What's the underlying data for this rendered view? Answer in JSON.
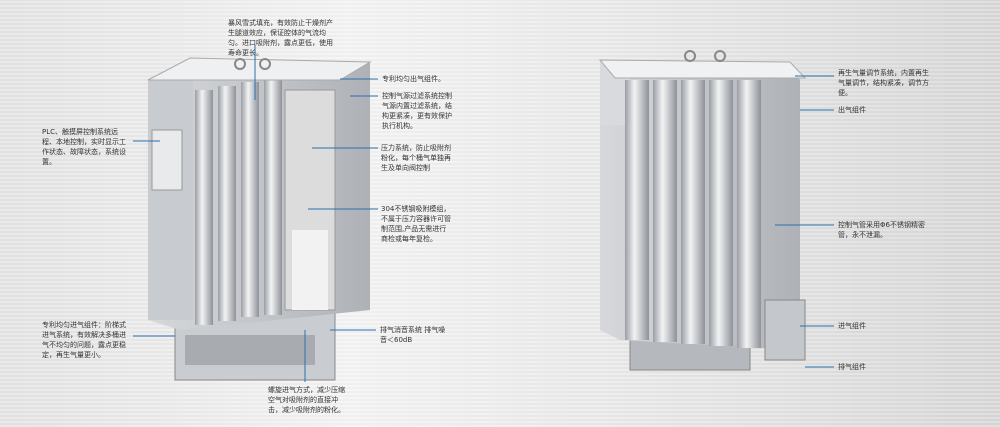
{
  "left_unit": {
    "callouts": [
      {
        "id": "filling",
        "text": "暴风雪式填充，有效防止干燥剂产生腿道效应，保证腔体的气流均匀。进口吸附剂，露点更低，使用寿命更长。"
      },
      {
        "id": "outlet",
        "text": "专利均匀出气组件。"
      },
      {
        "id": "control-filter",
        "text": "控制气源过滤系统控制气源内置过滤系统，结构更紧凑，更有效保护执行机构。"
      },
      {
        "id": "pressure",
        "text": "压力系统，防止吸附剂粉化，每个桶气单独再生及单向阀控制"
      },
      {
        "id": "module",
        "text": "304不锈钢吸附模组，不属于压力容器许可管制范围,产品无需进行商检或每年复检。"
      },
      {
        "id": "plc",
        "text": "PLC、触摸屏控制系统远程、本地控制，实时显示工作状态、故障状态，系统设置。"
      },
      {
        "id": "inlet",
        "text": "专利均匀进气组件：阶梯式进气系统，有效解决多桶进气不均匀的问题，露点更稳定，再生气量更小。"
      },
      {
        "id": "muffler",
        "text": "排气消音系统 排气噪音＜60dB"
      },
      {
        "id": "spiral",
        "text": "螺旋进气方式，减少压缩空气对吸附剂的直接冲击，减少吸附剂的粉化。"
      }
    ]
  },
  "right_unit": {
    "callouts": [
      {
        "id": "regen",
        "text": "再生气量调节系统，内置再生气量调节，结构紧凑，调节方便。"
      },
      {
        "id": "outlet",
        "text": "出气组件"
      },
      {
        "id": "pipe",
        "text": "控制气管采用Φ6不锈钢精密管，永不泄漏。"
      },
      {
        "id": "inlet",
        "text": "进气组件"
      },
      {
        "id": "exhaust",
        "text": "排气组件"
      }
    ]
  },
  "colors": {
    "leader": "#2a6fb0"
  }
}
